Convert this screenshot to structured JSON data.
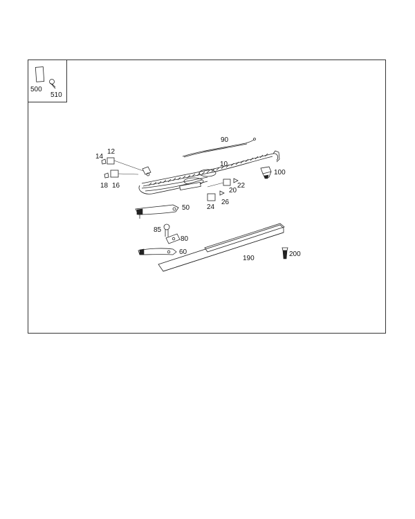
{
  "inset": {
    "callouts": [
      "500",
      "510"
    ]
  },
  "callouts": {
    "p90": "90",
    "p10": "10",
    "p100": "100",
    "p12": "12",
    "p14": "14",
    "p18": "18",
    "p16": "16",
    "p22": "22",
    "p20": "20",
    "p26": "26",
    "p24": "24",
    "p50": "50",
    "p85": "85",
    "p80": "80",
    "p60": "60",
    "p190": "190",
    "p200": "200"
  },
  "icons": [
    "label-card-icon",
    "screw-icon",
    "wire-icon",
    "wiring-harness-icon",
    "bracket-icon",
    "clip-icon",
    "sill-panel-icon",
    "push-rivet-icon"
  ]
}
